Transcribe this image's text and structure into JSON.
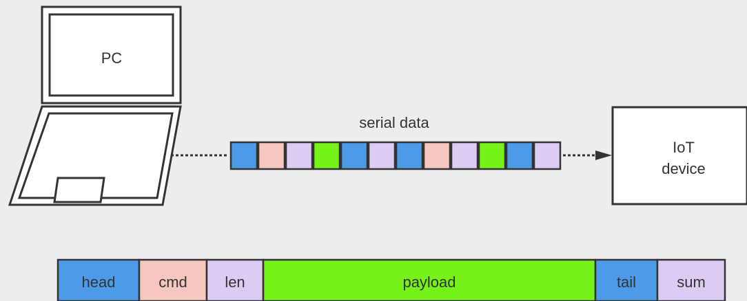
{
  "pc": {
    "label": "PC"
  },
  "stream": {
    "label": "serial data",
    "cells": [
      "head",
      "cmd",
      "len",
      "payload",
      "head",
      "len",
      "head",
      "cmd",
      "len",
      "payload",
      "head",
      "len"
    ]
  },
  "device": {
    "lines": [
      "IoT",
      "device"
    ]
  },
  "frame": {
    "fields": [
      {
        "key": "head",
        "label": "head"
      },
      {
        "key": "cmd",
        "label": "cmd"
      },
      {
        "key": "len",
        "label": "len"
      },
      {
        "key": "payload",
        "label": "payload"
      },
      {
        "key": "tail",
        "label": "tail"
      },
      {
        "key": "sum",
        "label": "sum"
      }
    ]
  },
  "colors": {
    "head": "#4d9ae8",
    "cmd": "#f6c6c0",
    "len": "#dccbf3",
    "payload": "#77f11a",
    "tail": "#4d9ae8",
    "sum": "#dccbf3",
    "stroke": "#333333"
  }
}
